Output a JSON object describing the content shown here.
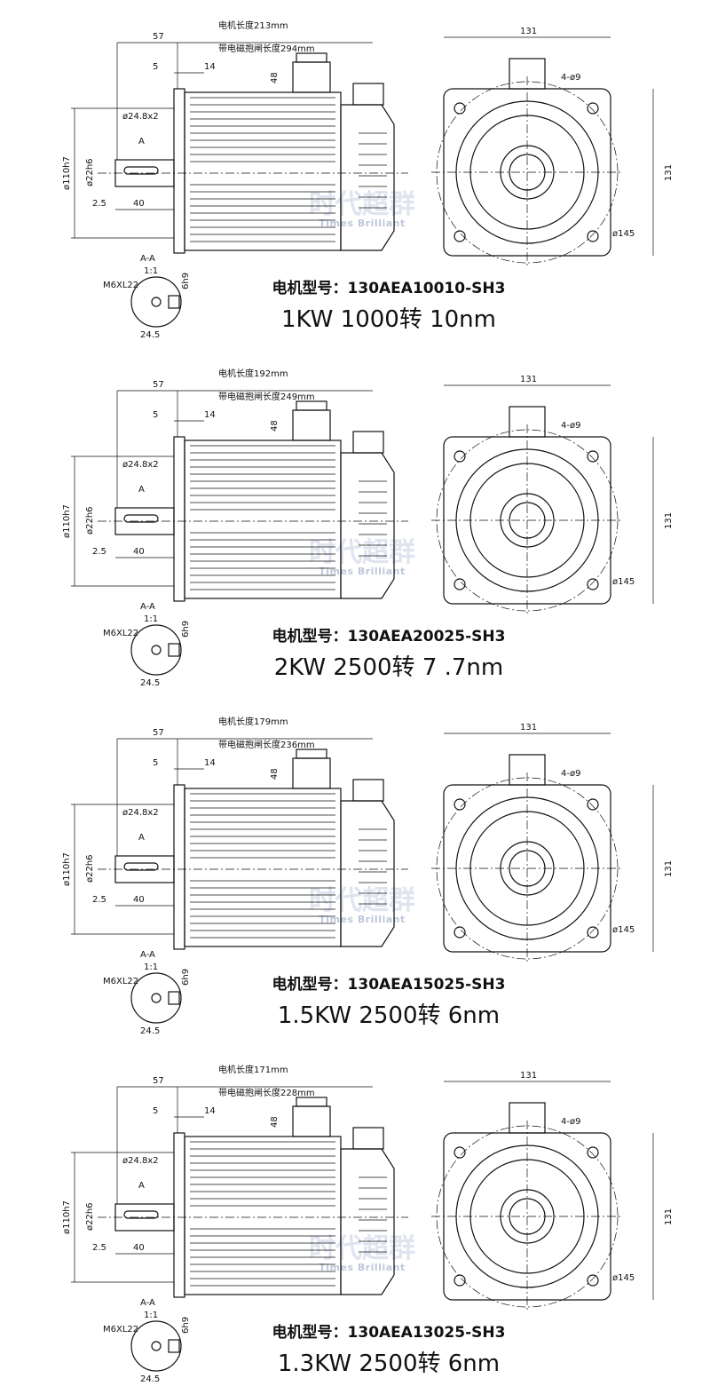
{
  "watermark": {
    "cn": "时代超群",
    "en": "Times Brilliant",
    "color": "#b9c2da"
  },
  "common": {
    "dim_57": "57",
    "dim_5": "5",
    "dim_14": "14",
    "dim_48": "48",
    "dim_248": "ø24.8x2",
    "dim_A": "A",
    "dim_110": "ø110h7",
    "dim_22": "ø22h6",
    "dim_25": "2.5",
    "dim_40": "40",
    "section": "A-A",
    "scale": "1:1",
    "thread": "M6XL22",
    "dim_6": "6h9",
    "dim_245": "24.5",
    "dim_131": "131",
    "holes": "4-ø9",
    "dim_145": "ø145"
  },
  "panels": [
    {
      "length": "电机长度213mm",
      "brake_length": "带电磁抱闸长度294mm",
      "model": "电机型号：130AEA10010-SH3",
      "spec": "1KW 1000转 10nm"
    },
    {
      "length": "电机长度192mm",
      "brake_length": "带电磁抱闸长度249mm",
      "model": "电机型号：130AEA20025-SH3",
      "spec": "2KW 2500转 7 .7nm"
    },
    {
      "length": "电机长度179mm",
      "brake_length": "带电磁抱闸长度236mm",
      "model": "电机型号：130AEA15025-SH3",
      "spec": "1.5KW 2500转 6nm"
    },
    {
      "length": "电机长度171mm",
      "brake_length": "带电磁抱闸长度228mm",
      "model": "电机型号：130AEA13025-SH3",
      "spec": "1.3KW 2500转 6nm"
    }
  ]
}
